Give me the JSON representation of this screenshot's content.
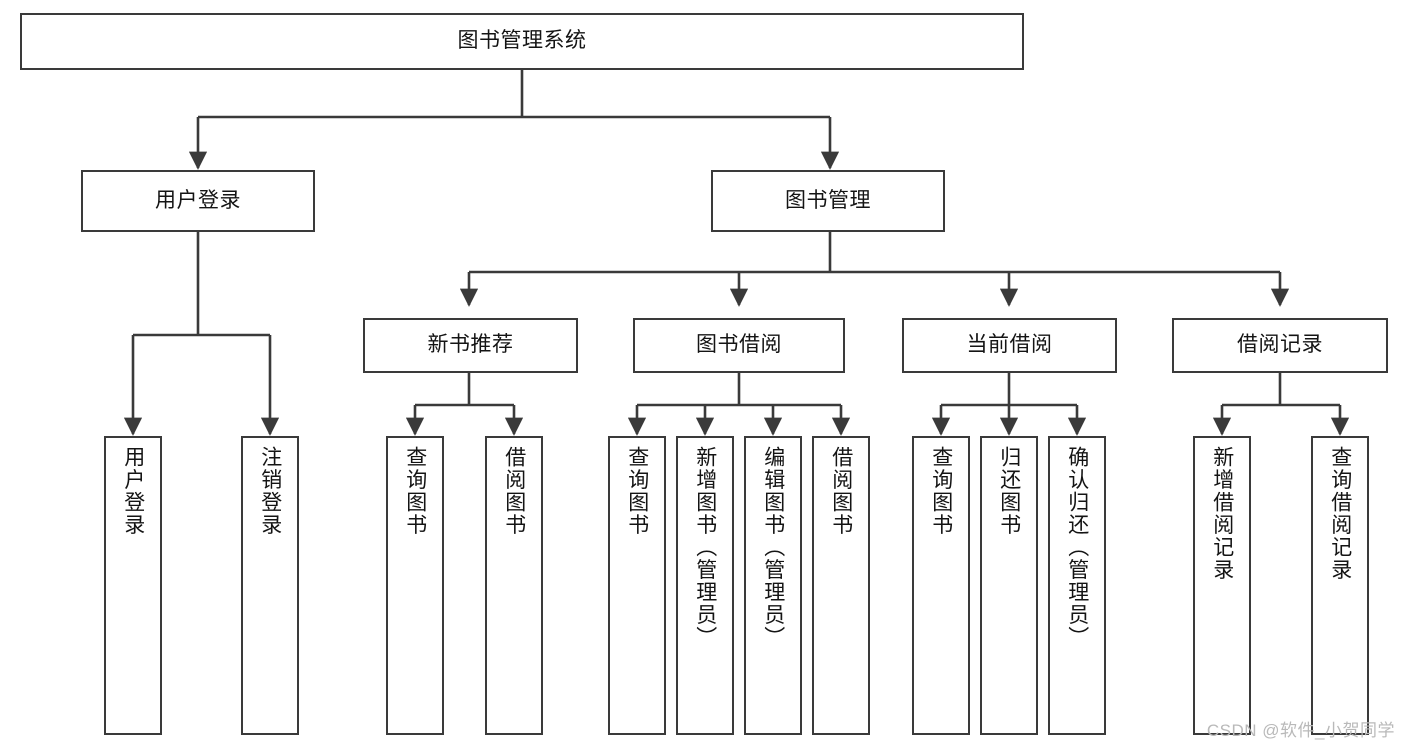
{
  "diagram": {
    "title": "图书管理系统",
    "type": "tree-hierarchy-chart",
    "colors": {
      "box_border": "#3a3a3a",
      "box_fill": "#ffffff",
      "edge": "#3a3a3a",
      "text": "#141414",
      "watermark": "#b9b9b9"
    },
    "root": {
      "label": "图书管理系统"
    },
    "level1": [
      {
        "label": "用户登录"
      },
      {
        "label": "图书管理"
      }
    ],
    "level2": [
      {
        "label": "新书推荐"
      },
      {
        "label": "图书借阅"
      },
      {
        "label": "当前借阅"
      },
      {
        "label": "借阅记录"
      }
    ],
    "leaves": {
      "user_login": [
        {
          "label": "用户登录"
        },
        {
          "label": "注销登录"
        }
      ],
      "new_book_recommend": [
        {
          "label": "查询图书"
        },
        {
          "label": "借阅图书"
        }
      ],
      "book_borrow": [
        {
          "label": "查询图书"
        },
        {
          "label": "新增图书（管理员）"
        },
        {
          "label": "编辑图书（管理员）"
        },
        {
          "label": "借阅图书"
        }
      ],
      "current_borrow": [
        {
          "label": "查询图书"
        },
        {
          "label": "归还图书"
        },
        {
          "label": "确认归还（管理员）"
        }
      ],
      "borrow_record": [
        {
          "label": "新增借阅记录"
        },
        {
          "label": "查询借阅记录"
        }
      ]
    }
  },
  "watermark": {
    "text": "CSDN @软件_小贺同学"
  }
}
